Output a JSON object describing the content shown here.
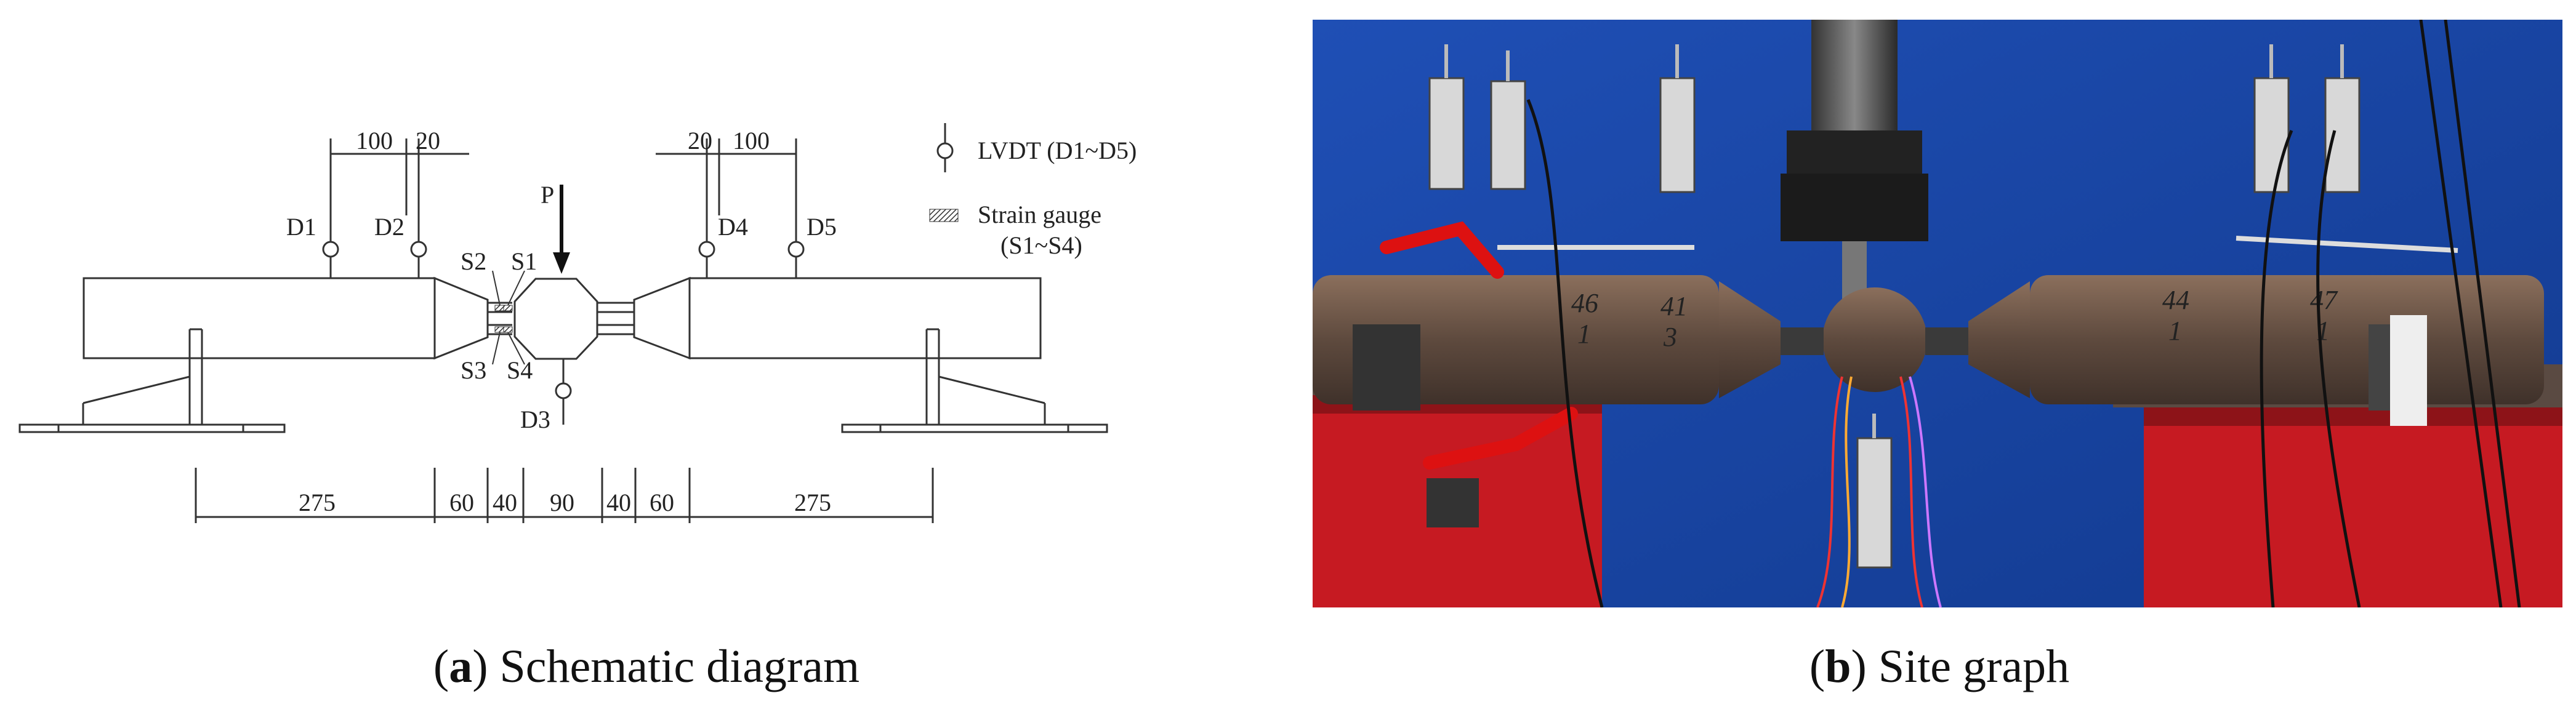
{
  "panel_a": {
    "caption_letter": "a",
    "caption_text": "Schematic diagram",
    "load_label": "P",
    "lvdt_labels": [
      "D1",
      "D2",
      "D3",
      "D4",
      "D5"
    ],
    "strain_labels": [
      "S1",
      "S2",
      "S3",
      "S4"
    ],
    "top_dims_left": [
      "100",
      "20"
    ],
    "top_dims_right": [
      "20",
      "100"
    ],
    "bottom_dims": [
      "275",
      "60",
      "40",
      "90",
      "40",
      "60",
      "275"
    ],
    "legend": {
      "lvdt_text": "LVDT (D1~D5)",
      "strain_text_line1": "Strain gauge",
      "strain_text_line2": "(S1~S4)"
    }
  },
  "panel_b": {
    "caption_letter": "b",
    "caption_text": "Site graph",
    "specimen_marks": [
      "46",
      "1",
      "41",
      "3",
      "44",
      "1",
      "47",
      "1"
    ]
  }
}
